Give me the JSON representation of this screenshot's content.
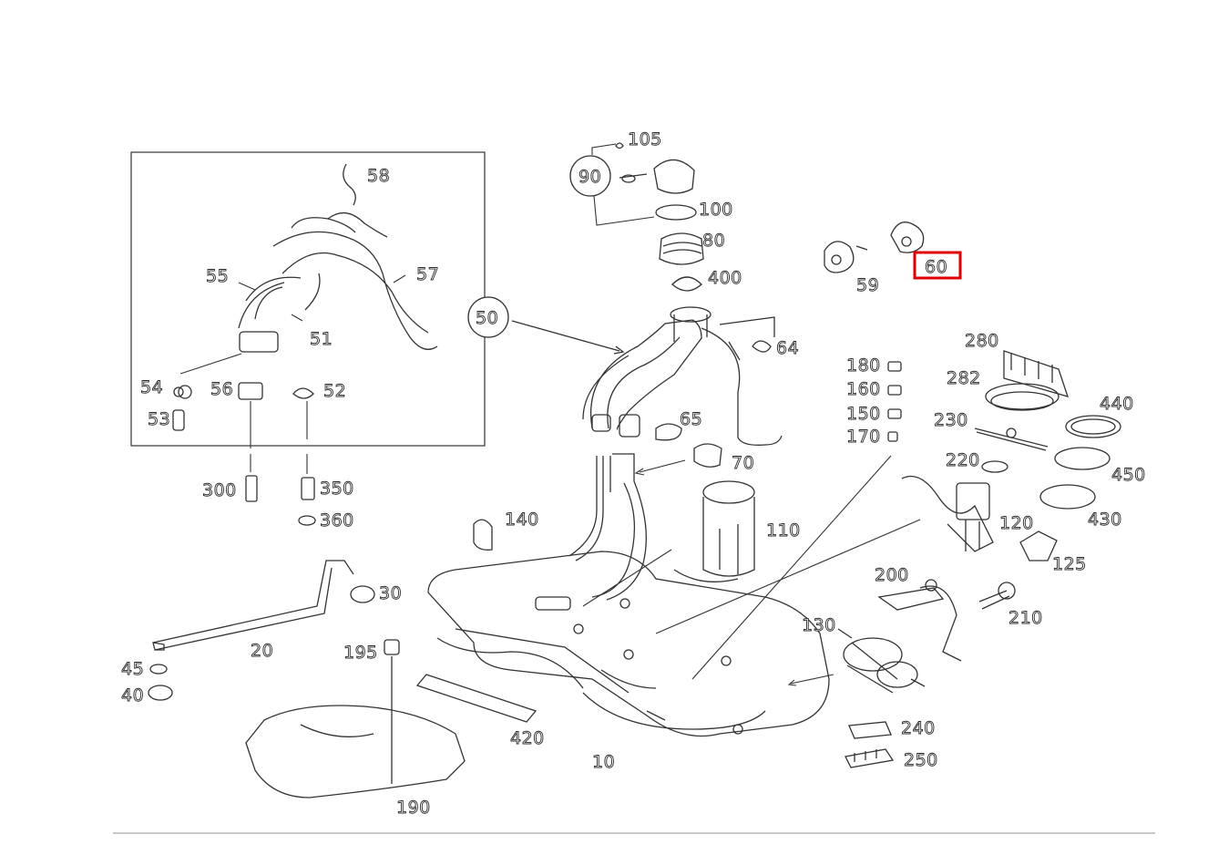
{
  "diagram": {
    "highlight_color": "#e00000",
    "highlighted_part": "60",
    "labels": {
      "p58": "58",
      "p55": "55",
      "p57": "57",
      "p50": "50",
      "p51": "51",
      "p54": "54",
      "p56": "56",
      "p52": "52",
      "p53": "53",
      "p300": "300",
      "p350": "350",
      "p360": "360",
      "p105": "105",
      "p90": "90",
      "p100": "100",
      "p80": "80",
      "p400": "400",
      "p59": "59",
      "p60": "60",
      "p64": "64",
      "p65": "65",
      "p70": "70",
      "p280": "280",
      "p282": "282",
      "p440": "440",
      "p450": "450",
      "p430": "430",
      "p180": "180",
      "p160": "160",
      "p150": "150",
      "p170": "170",
      "p230": "230",
      "p220": "220",
      "p120": "120",
      "p125": "125",
      "p140": "140",
      "p110": "110",
      "p30": "30",
      "p20": "20",
      "p45": "45",
      "p40": "40",
      "p195": "195",
      "p190": "190",
      "p420": "420",
      "p10": "10",
      "p200": "200",
      "p210": "210",
      "p130": "130",
      "p240": "240",
      "p250": "250"
    }
  }
}
